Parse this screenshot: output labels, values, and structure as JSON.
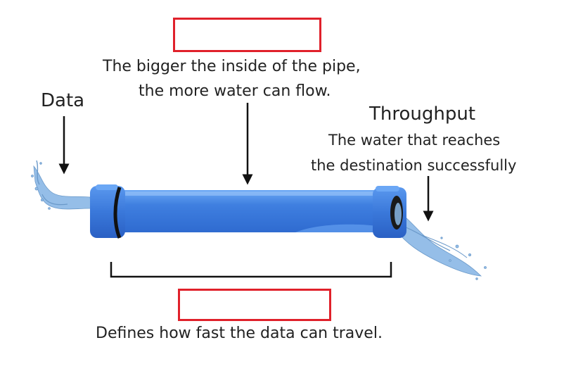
{
  "top_blank_box": {
    "text": ""
  },
  "bottom_blank_box": {
    "text": ""
  },
  "captions": {
    "data_label": "Data",
    "bandwidth_line1": "The bigger the inside of the pipe,",
    "bandwidth_line2": "the more water can flow.",
    "throughput_title": "Throughput",
    "throughput_line1": "The water that  reaches",
    "throughput_line2": "the destination successfully",
    "speed_description": "Defines how fast the data can travel."
  },
  "colors": {
    "box_border": "#e0212b",
    "pipe_blue": "#3f7fe0",
    "pipe_dark": "#2356b8",
    "pipe_light": "#6ba7f5",
    "water": "#8ab8e6",
    "text": "#222222"
  }
}
